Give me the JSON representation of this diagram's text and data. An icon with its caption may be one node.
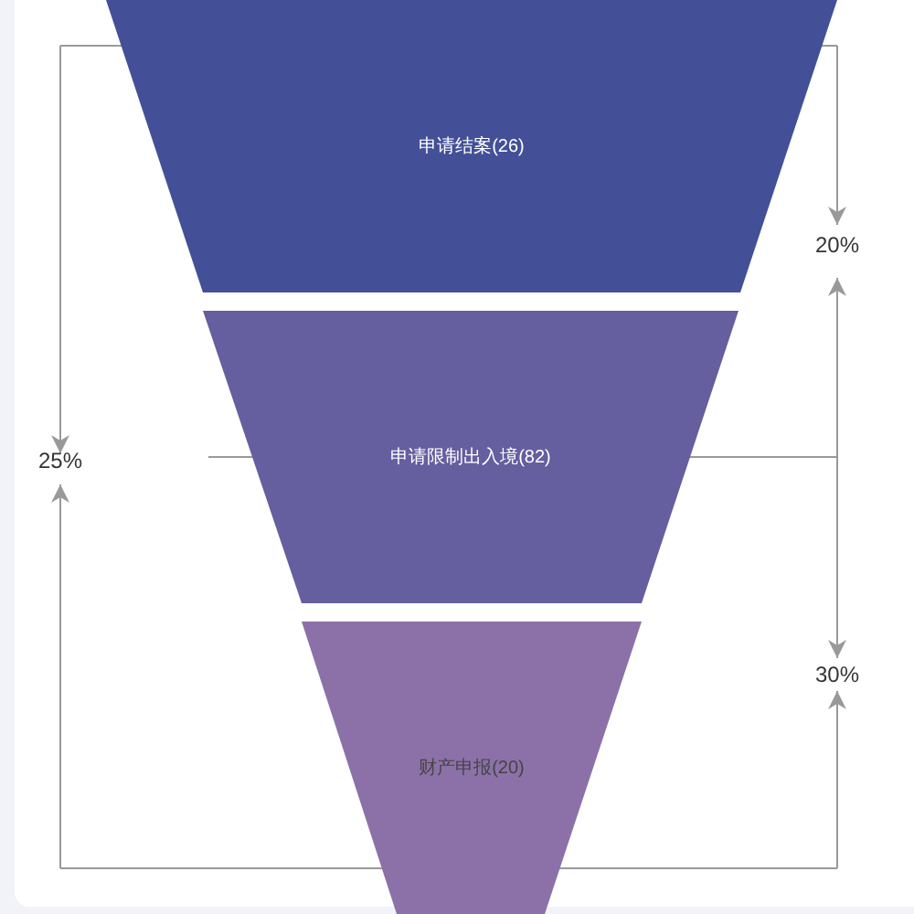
{
  "diagram": {
    "nodes": [
      {
        "text": [
          "申请结案(26)"
        ]
      },
      {
        "text": [
          "申请限制出入境(82)"
        ]
      },
      {
        "text": [
          "财产申报(20)"
        ]
      }
    ],
    "labels": [
      "20%",
      "25%",
      "30%"
    ]
  }
}
